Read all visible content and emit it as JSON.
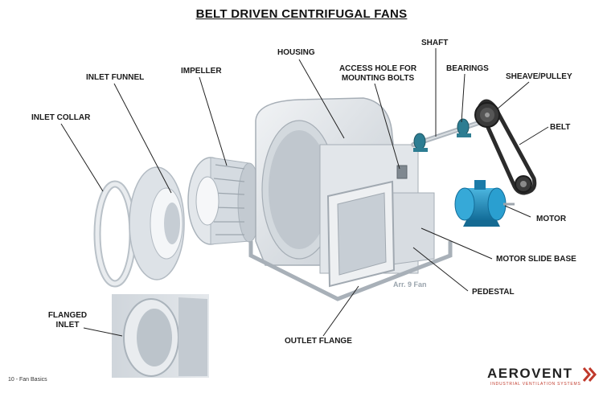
{
  "title": "BELT DRIVEN CENTRIFUGAL FANS",
  "labels": {
    "housing": "HOUSING",
    "shaft": "SHAFT",
    "access_hole_line1": "ACCESS HOLE FOR",
    "access_hole_line2": "MOUNTING BOLTS",
    "bearings": "BEARINGS",
    "inlet_funnel": "INLET FUNNEL",
    "impeller": "IMPELLER",
    "sheave_pulley": "SHEAVE/PULLEY",
    "inlet_collar": "INLET COLLAR",
    "belt": "BELT",
    "motor": "MOTOR",
    "motor_slide_base": "MOTOR SLIDE BASE",
    "pedestal": "PEDESTAL",
    "flanged_inlet_line1": "FLANGED",
    "flanged_inlet_line2": "INLET",
    "outlet_flange": "OUTLET FLANGE"
  },
  "arrangement": "Arr. 9 Fan",
  "footer": {
    "page_label": "10 - Fan Basics",
    "logo_name": "AEROVENT",
    "logo_tagline": "Industrial Ventilation Systems"
  },
  "colors": {
    "part_fill": "#e4e8ec",
    "part_shade": "#c9d0d7",
    "motor_blue": "#1f8fc0",
    "belt_dark": "#2b2b2b",
    "logo_red": "#c0392b"
  }
}
